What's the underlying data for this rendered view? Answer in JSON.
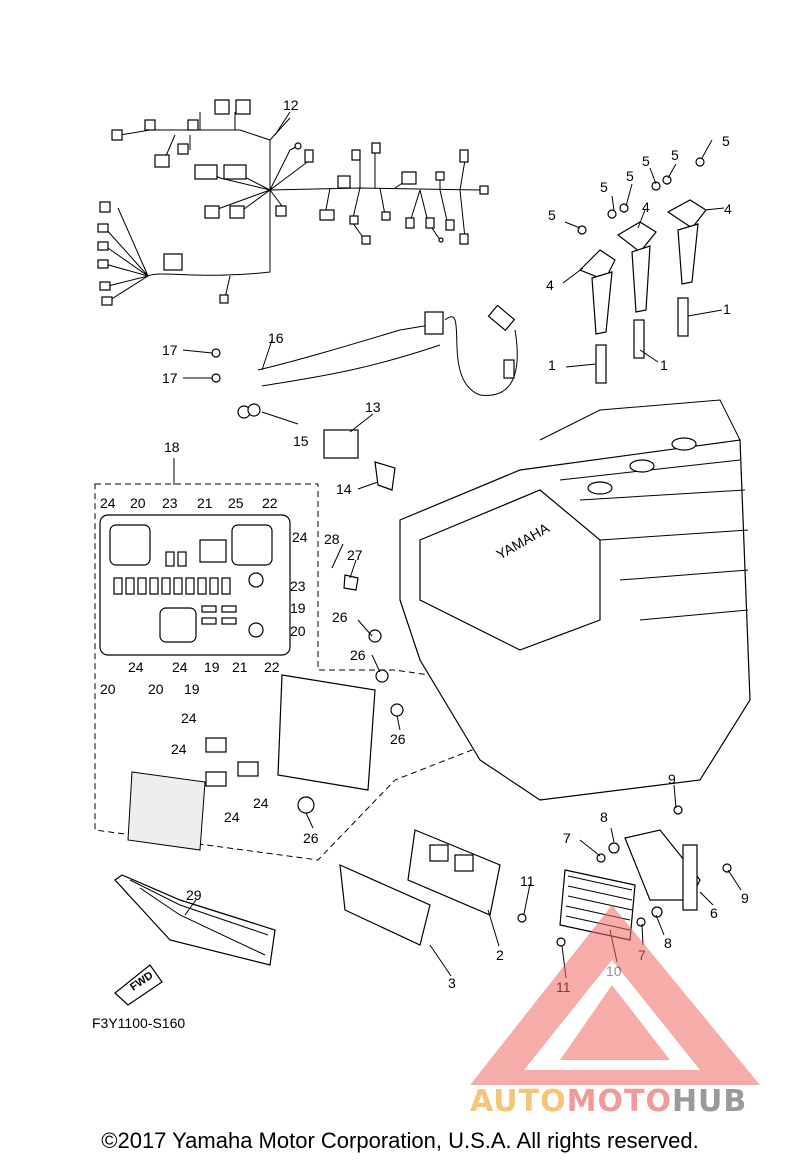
{
  "diagram": {
    "code": "F3Y1100-S160",
    "fwd_label": "FWD",
    "copyright": "©2017 Yamaha Motor Corporation, U.S.A. All rights reserved.",
    "watermark": {
      "part1": "AUTO",
      "part2": "MOTO",
      "part3": "HUB"
    },
    "callouts": [
      {
        "id": "c12",
        "label": "12"
      },
      {
        "id": "c5a",
        "label": "5"
      },
      {
        "id": "c5b",
        "label": "5"
      },
      {
        "id": "c5c",
        "label": "5"
      },
      {
        "id": "c5d",
        "label": "5"
      },
      {
        "id": "c5e",
        "label": "5"
      },
      {
        "id": "c5f",
        "label": "5"
      },
      {
        "id": "c4a",
        "label": "4"
      },
      {
        "id": "c4b",
        "label": "4"
      },
      {
        "id": "c4c",
        "label": "4"
      },
      {
        "id": "c1a",
        "label": "1"
      },
      {
        "id": "c1b",
        "label": "1"
      },
      {
        "id": "c1c",
        "label": "1"
      },
      {
        "id": "c16",
        "label": "16"
      },
      {
        "id": "c17a",
        "label": "17"
      },
      {
        "id": "c17b",
        "label": "17"
      },
      {
        "id": "c15",
        "label": "15"
      },
      {
        "id": "c13",
        "label": "13"
      },
      {
        "id": "c14",
        "label": "14"
      },
      {
        "id": "c18",
        "label": "18"
      },
      {
        "id": "c24a",
        "label": "24"
      },
      {
        "id": "c20a",
        "label": "20"
      },
      {
        "id": "c23a",
        "label": "23"
      },
      {
        "id": "c21a",
        "label": "21"
      },
      {
        "id": "c25",
        "label": "25"
      },
      {
        "id": "c22a",
        "label": "22"
      },
      {
        "id": "c24b",
        "label": "24"
      },
      {
        "id": "c23b",
        "label": "23"
      },
      {
        "id": "c19a",
        "label": "19"
      },
      {
        "id": "c20b",
        "label": "20"
      },
      {
        "id": "c24c",
        "label": "24"
      },
      {
        "id": "c24d",
        "label": "24"
      },
      {
        "id": "c19b",
        "label": "19"
      },
      {
        "id": "c21b",
        "label": "21"
      },
      {
        "id": "c22b",
        "label": "22"
      },
      {
        "id": "c20c",
        "label": "20"
      },
      {
        "id": "c20d",
        "label": "20"
      },
      {
        "id": "c19c",
        "label": "19"
      },
      {
        "id": "c28",
        "label": "28"
      },
      {
        "id": "c27",
        "label": "27"
      },
      {
        "id": "c26a",
        "label": "26"
      },
      {
        "id": "c26b",
        "label": "26"
      },
      {
        "id": "c26c",
        "label": "26"
      },
      {
        "id": "c26d",
        "label": "26"
      },
      {
        "id": "c24e",
        "label": "24"
      },
      {
        "id": "c24f",
        "label": "24"
      },
      {
        "id": "c24g",
        "label": "24"
      },
      {
        "id": "c24h",
        "label": "24"
      },
      {
        "id": "c9a",
        "label": "9"
      },
      {
        "id": "c9b",
        "label": "9"
      },
      {
        "id": "c7a",
        "label": "7"
      },
      {
        "id": "c8a",
        "label": "8"
      },
      {
        "id": "c6",
        "label": "6"
      },
      {
        "id": "c11a",
        "label": "11"
      },
      {
        "id": "c11b",
        "label": "11"
      },
      {
        "id": "c10",
        "label": "10"
      },
      {
        "id": "c7b",
        "label": "7"
      },
      {
        "id": "c8b",
        "label": "8"
      },
      {
        "id": "c2",
        "label": "2"
      },
      {
        "id": "c3",
        "label": "3"
      },
      {
        "id": "c29",
        "label": "29"
      }
    ]
  }
}
